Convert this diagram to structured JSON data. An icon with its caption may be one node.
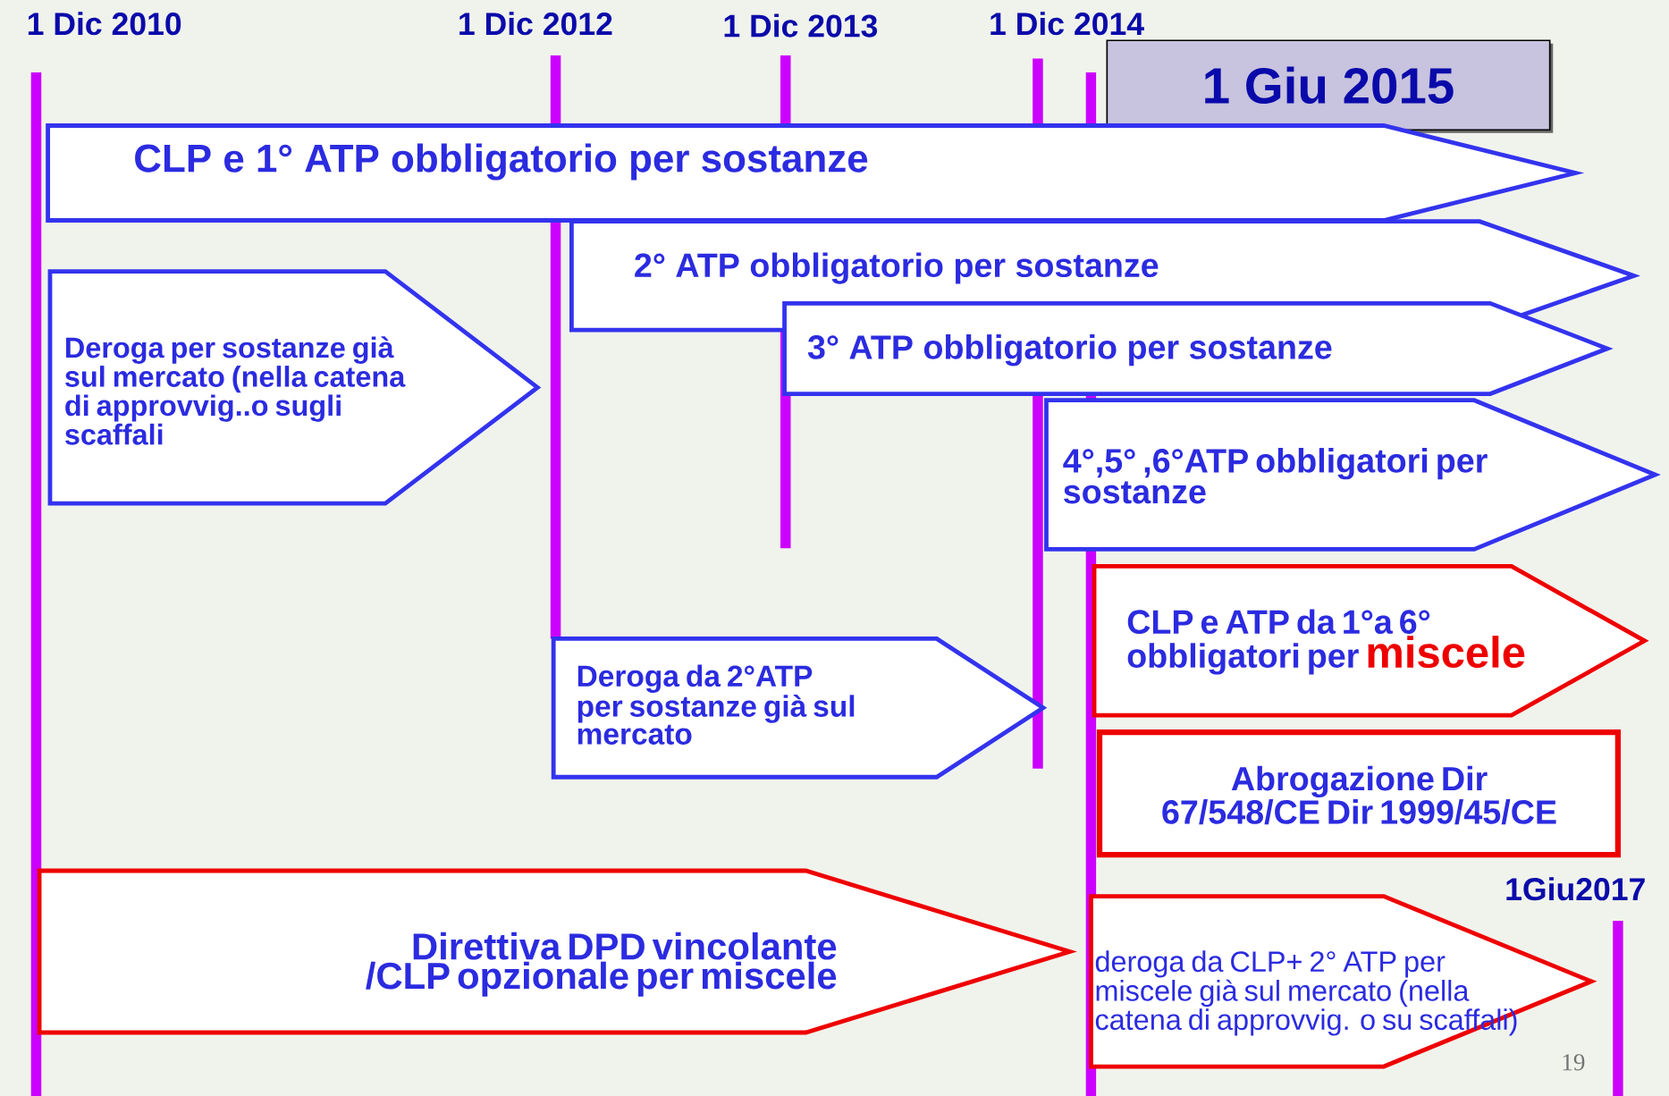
{
  "diagram": {
    "nodes": [
      {
        "text": [
          "1 Giu 2015"
        ]
      },
      {
        "text": [
          "CLP e 1° ATP obbligatorio per sostanze"
        ]
      },
      {
        "text": [
          "2° ATP obbligatorio per sostanze"
        ]
      },
      {
        "text": [
          "3° ATP obbligatorio  per sostanze"
        ]
      },
      {
        "text": [
          "4°,5° ,6°ATP obbligatori per sostanze"
        ]
      },
      {
        "text": [
          "Deroga per sostanze già sul mercato (nella catena di approvvig..o sugli scaffali"
        ]
      },
      {
        "text": [
          "CLP  e ATP da 1°a 6° obbligatori per",
          "miscele"
        ]
      },
      {
        "text": [
          "Deroga da 2°ATP per sostanze già sul mercato"
        ]
      },
      {
        "text": [
          "Abrogazione Dir 67/548/CE Dir 1999/45/CE"
        ]
      },
      {
        "text": [
          "Direttiva DPD vincolante /CLP opzionale per miscele"
        ]
      },
      {
        "text": [
          "deroga da CLP+ 2° ATP per miscele già sul mercato (nella catena di approvvig. o su scaffali)"
        ]
      }
    ],
    "labels": [
      "1 Dic 2010",
      "1 Dic 2012",
      "1 Dic 2013",
      "1 Dic 2014",
      "1Giu2017",
      "19"
    ]
  }
}
